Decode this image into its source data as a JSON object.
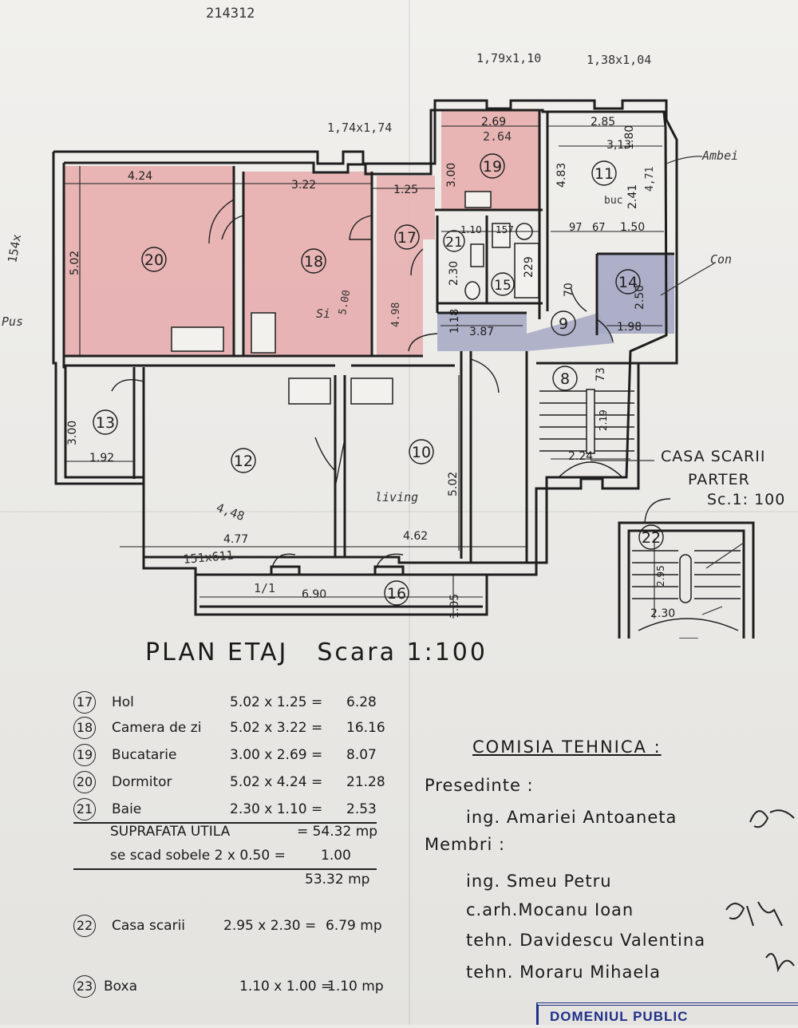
{
  "plan": {
    "title": "PLAN ETAJ",
    "scale": "Scara 1:100",
    "stair_title_1": "CASA SCARII",
    "stair_title_2": "PARTER",
    "stair_scale": "Sc.1: 100"
  },
  "colors": {
    "room_pink": "#e6a9aa",
    "room_blue": "#a5a8c4",
    "wall": "#1e1e1e",
    "ink_blue": "#2a3a9c"
  },
  "rooms": [
    {
      "id": "20",
      "number": "20"
    },
    {
      "id": "18",
      "number": "18"
    },
    {
      "id": "17",
      "number": "17"
    },
    {
      "id": "19",
      "number": "19"
    },
    {
      "id": "11",
      "number": "11"
    },
    {
      "id": "21",
      "number": "21"
    },
    {
      "id": "15",
      "number": "15"
    },
    {
      "id": "14",
      "number": "14"
    },
    {
      "id": "9",
      "number": "9"
    },
    {
      "id": "8",
      "number": "8"
    },
    {
      "id": "13",
      "number": "13"
    },
    {
      "id": "12",
      "number": "12"
    },
    {
      "id": "10",
      "number": "10"
    },
    {
      "id": "16",
      "number": "16"
    },
    {
      "id": "22",
      "number": "22"
    }
  ],
  "dimensions": {
    "d_424": "4.24",
    "d_322": "3.22",
    "d_125": "1.25",
    "d_502a": "5.02",
    "d_300a": "3.00",
    "d_269": "2.69",
    "d_285": "2.85",
    "d_313": "3,13",
    "d_180": "1.80",
    "d_483": "4.83",
    "d_241": "2.41",
    "d_110": "1.10",
    "d_157": "157",
    "d_97": "97",
    "d_67": "67",
    "d_150": "1.50",
    "d_230": "2.30",
    "d_229": "229",
    "d_70": "70",
    "d_250": "2.50",
    "d_118": "1.18",
    "d_387": "3.87",
    "d_198": "1.98",
    "d_73": "73",
    "d_219": "2.19",
    "d_224": "2.24",
    "d_300b": "3.00",
    "d_192": "1.92",
    "d_477": "4.77",
    "d_462": "4.62",
    "d_502b": "5.02",
    "d_690": "6.90",
    "d_105": "1.05",
    "d_295": "2.95",
    "d_230b": "2.30"
  },
  "handwriting": {
    "top_ref": "214312",
    "win_179": "1,79x1,10",
    "win_138": "1,38x1,04",
    "win_174": "1,74x1,74",
    "win_154": "154x",
    "bal_151": "151x611",
    "room11_264": "2.64",
    "room11_buc": "buc",
    "room11_471": "4,71",
    "annot_ambei": "Ambei",
    "annot_con": "Con",
    "annot_pus": "Pus",
    "annot_498": "4.98",
    "annot_500": "5.00",
    "annot_si": "Si",
    "annot_448": "4,48",
    "annot_living": "living",
    "annot_1": "1/1"
  },
  "legend": {
    "rows": [
      {
        "num": "17",
        "name": "Hol",
        "dim": "5.02 x 1.25 =",
        "total": "6.28"
      },
      {
        "num": "18",
        "name": "Camera de zi",
        "dim": "5.02 x 3.22 =",
        "total": "16.16"
      },
      {
        "num": "19",
        "name": "Bucatarie",
        "dim": "3.00 x 2.69 =",
        "total": "8.07"
      },
      {
        "num": "20",
        "name": "Dormitor",
        "dim": "5.02 x 4.24 =",
        "total": "21.28"
      },
      {
        "num": "21",
        "name": "Baie",
        "dim": "2.30 x 1.10 =",
        "total": "2.53"
      }
    ],
    "suprafata_label": "SUPRAFATA UTILA",
    "suprafata_value": "= 54.32 mp",
    "sobe_label": "se scad sobele 2 x 0.50 =",
    "sobe_value": "1.00",
    "net_value": "53.32 mp",
    "extra": [
      {
        "num": "22",
        "name": "Casa scarii",
        "dim": "2.95 x 2.30 =",
        "total": "6.79 mp"
      },
      {
        "num": "23",
        "name": "Boxa",
        "dim": "1.10 x 1.00 =",
        "total": "1.10 mp"
      }
    ]
  },
  "comisia": {
    "title": "COMISIA TEHNICA :",
    "presedinte_label": "Presedinte :",
    "presedinte": "ing. Amariei Antoaneta",
    "membri_label": "Membri :",
    "m1": "ing. Smeu Petru",
    "m2": "c.arh.Mocanu Ioan",
    "m3": "tehn. Davidescu Valentina",
    "m4": "tehn. Moraru Mihaela"
  },
  "stamp": "DOMENIUL PUBLIC"
}
